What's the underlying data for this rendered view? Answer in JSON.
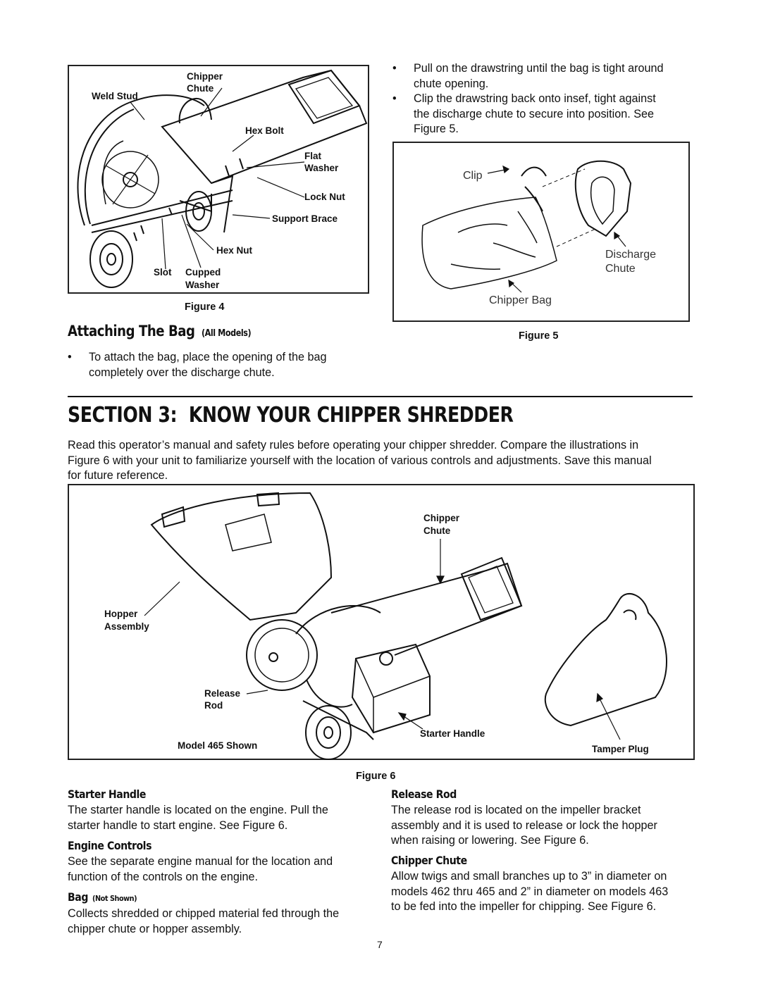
{
  "figure4": {
    "labels": {
      "weld_stud": "Weld Stud",
      "chipper": "Chipper",
      "chute": "Chute",
      "hex_bolt": "Hex Bolt",
      "flat": "Flat",
      "washer": "Washer",
      "lock_nut": "Lock Nut",
      "support_brace": "Support Brace",
      "hex_nut": "Hex Nut",
      "slot": "Slot",
      "cupped": "Cupped",
      "cupped_washer": "Washer"
    },
    "caption": "Figure 4"
  },
  "attaching": {
    "heading": "Attaching The Bag",
    "heading_note": "(All Models)",
    "bullets": [
      [
        "To attach the bag, place the opening of the bag",
        "completely over the discharge chute."
      ]
    ]
  },
  "right_bullets": [
    [
      "Pull on the drawstring until the bag is tight around",
      "chute opening."
    ],
    [
      "Clip the drawstring back onto insef, tight against",
      "the discharge chute to secure into position. See",
      "Figure 5."
    ]
  ],
  "bullet_symbol": "•",
  "figure5": {
    "labels": {
      "clip": "Clip",
      "discharge": "Discharge",
      "chute": "Chute",
      "chipper_bag": "Chipper Bag"
    },
    "caption": "Figure 5"
  },
  "section3": {
    "title": "SECTION 3:  KNOW YOUR CHIPPER SHREDDER",
    "intro": [
      "Read this operator’s manual and safety rules before operating your chipper shredder. Compare the illustrations in",
      "Figure 6 with your unit to familiarize yourself with the location of various controls and adjustments. Save this manual",
      "for future reference."
    ]
  },
  "figure6": {
    "labels": {
      "chipper": "Chipper",
      "chute": "Chute",
      "hopper": "Hopper",
      "assembly": "Assembly",
      "release": "Release",
      "rod": "Rod",
      "model": "Model 465 Shown",
      "starter_handle": "Starter Handle",
      "tamper_plug": "Tamper Plug"
    },
    "caption": "Figure 6"
  },
  "descriptions": {
    "starter_handle": {
      "heading": "Starter Handle",
      "lines": [
        "The starter handle is located on the engine. Pull the",
        "starter handle to start engine. See Figure 6."
      ]
    },
    "engine_controls": {
      "heading": "Engine Controls",
      "lines": [
        "See the separate engine manual for the location and",
        "function of the controls on the engine."
      ]
    },
    "bag": {
      "heading": "Bag",
      "heading_note": "(Not Shown)",
      "lines": [
        "Collects shredded or chipped material fed through the",
        "chipper chute or hopper assembly."
      ]
    },
    "release_rod": {
      "heading": "Release Rod",
      "lines": [
        "The release rod is located on the impeller bracket",
        "assembly and it is used to release or lock the hopper",
        "when raising or lowering. See Figure 6."
      ]
    },
    "chipper_chute": {
      "heading": "Chipper Chute",
      "lines": [
        "Allow twigs and small branches up to 3” in diameter on",
        "models 462 thru 465 and 2” in diameter on models 463",
        "to be fed into the impeller for chipping. See Figure 6."
      ]
    }
  },
  "page_number": "7"
}
